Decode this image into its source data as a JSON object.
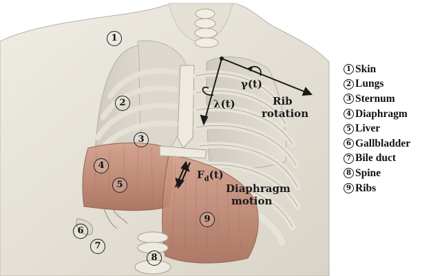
{
  "markers": [
    {
      "id": "skin",
      "number": "1"
    },
    {
      "id": "lungs",
      "number": "2"
    },
    {
      "id": "sternum",
      "number": "3"
    },
    {
      "id": "diaphragm",
      "number": "4"
    },
    {
      "id": "liver",
      "number": "5"
    },
    {
      "id": "gallbladder",
      "number": "6"
    },
    {
      "id": "bile-duct",
      "number": "7"
    },
    {
      "id": "spine",
      "number": "8"
    },
    {
      "id": "ribs",
      "number": "9"
    }
  ],
  "annotations": {
    "gamma": "γ(t)",
    "lambda": "λ(t)",
    "rib_rotation_line1": "Rib",
    "rib_rotation_line2": "rotation",
    "force_main": "F",
    "force_sub": "d",
    "force_suffix": "(t)",
    "diaphragm_motion_line1": "Diaphragm",
    "diaphragm_motion_line2": "motion"
  },
  "legend": [
    {
      "number": "1",
      "label": "Skin"
    },
    {
      "number": "2",
      "label": "Lungs"
    },
    {
      "number": "3",
      "label": "Sternum"
    },
    {
      "number": "4",
      "label": "Diaphragm"
    },
    {
      "number": "5",
      "label": "Liver"
    },
    {
      "number": "6",
      "label": "Gallbladder"
    },
    {
      "number": "7",
      "label": "Bile duct"
    },
    {
      "number": "8",
      "label": "Spine"
    },
    {
      "number": "9",
      "label": "Ribs"
    }
  ],
  "colors": {
    "skin": "#e9e5da",
    "bone": "#ece7dc",
    "lung": "#d6d1c6",
    "muscle": "#c9927e",
    "text": "#1a1a1a"
  }
}
